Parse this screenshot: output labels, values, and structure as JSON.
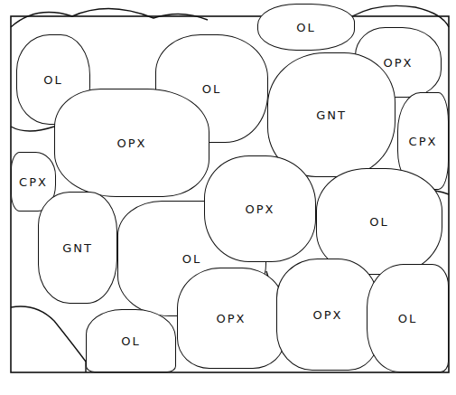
{
  "diagram": {
    "nodes": [
      {
        "text": [
          "OL"
        ]
      },
      {
        "text": [
          "OL"
        ]
      },
      {
        "text": [
          "OL"
        ]
      },
      {
        "text": [
          "OPX"
        ]
      },
      {
        "text": [
          "CPX"
        ]
      },
      {
        "text": [
          "OPX"
        ]
      },
      {
        "text": [
          "GNT"
        ]
      },
      {
        "text": [
          "CPX"
        ]
      },
      {
        "text": [
          "GNT"
        ]
      },
      {
        "text": [
          "OL"
        ]
      },
      {
        "text": [
          "OPX"
        ]
      },
      {
        "text": [
          "OL"
        ]
      },
      {
        "text": [
          "OL"
        ]
      },
      {
        "text": [
          "OPX"
        ]
      },
      {
        "text": [
          "OPX"
        ]
      },
      {
        "text": [
          "OL"
        ]
      }
    ]
  }
}
